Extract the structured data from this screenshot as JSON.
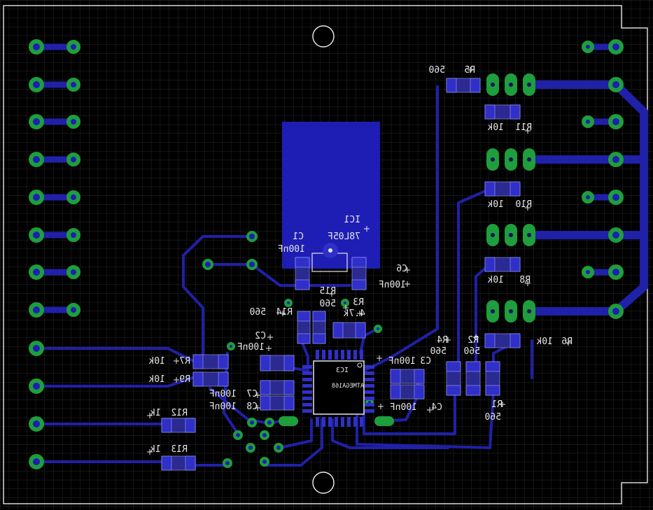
{
  "colors": {
    "background": "#000000",
    "grid": "#2a2a2a",
    "outline": "#d8d8d8",
    "copper_bottom": "#2020a8",
    "copper_fill": "#1e1eb4",
    "pad_smd": "#3030c8",
    "pad_tht": "#1e9e3c",
    "silk": "#e6e6e6"
  },
  "labels": {
    "ic1_name": "IC1",
    "ic1_value": "78L05F",
    "c1_name": "C1",
    "c1_value": "100nF",
    "c6_name": "C6",
    "c6_value": "100nF",
    "r5_name": "R5",
    "r5_value": "560",
    "r11_name": "R11",
    "r11_value": "10k",
    "r10_name": "R10",
    "r10_value": "10k",
    "r8_name": "R8",
    "r8_value": "10k",
    "r6_name": "R6",
    "r6_value": "10k",
    "r15_name": "R15",
    "r15_value": "560",
    "r14_name": "R14",
    "r14_value": "560",
    "r3_name": "R3",
    "r3_value": "4.7k",
    "c2_name": "C2",
    "c2_value": "100nF",
    "c3_name": "C3",
    "c3_value": "100nF",
    "c4_name": "C4",
    "c4_value": "100nF",
    "c7_name": "C7",
    "c7_value": "100nF",
    "c8_name": "C8",
    "c8_value": "100nF",
    "r7_name": "R7",
    "r7_value": "10k",
    "r9_name": "R9",
    "r9_value": "10k",
    "r12_name": "R12",
    "r12_value": "1k",
    "r13_name": "R13",
    "r13_value": "1k",
    "r4_name": "R4",
    "r4_value": "560",
    "r2_name": "R2",
    "r2_value": "560",
    "r1_name": "R1",
    "r1_value": "560",
    "ic3_name": "IC3",
    "ic3_value": "ATMEGA168"
  }
}
